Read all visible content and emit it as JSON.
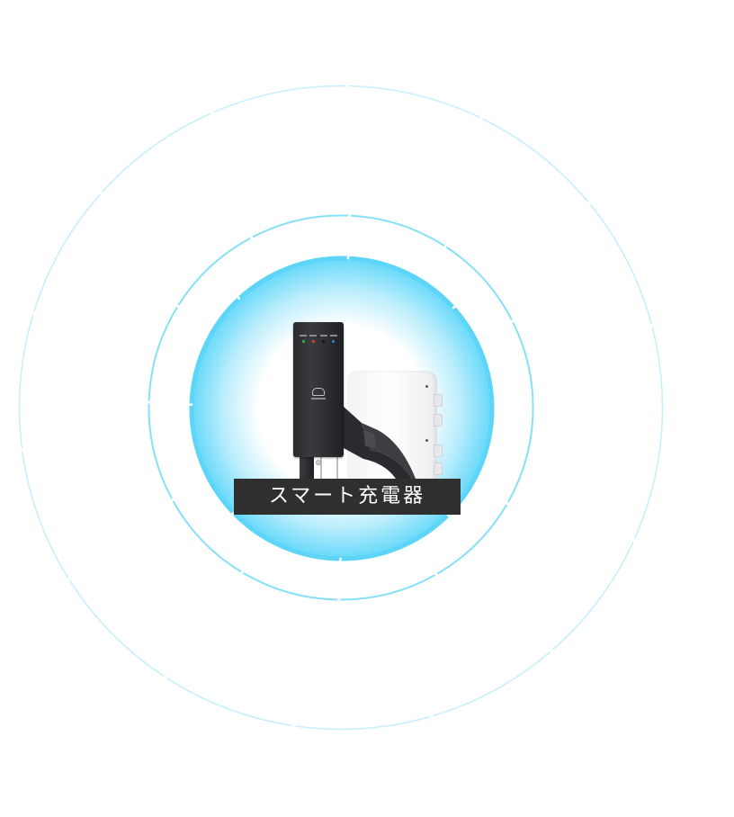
{
  "label": {
    "text": "スマート充電器"
  },
  "device": {
    "name": "smart-charger",
    "leds": [
      {
        "name": "power",
        "color": "#2fb24a"
      },
      {
        "name": "charge",
        "color": "#e23a2a"
      },
      {
        "name": "error",
        "color": "#1a1a1a"
      },
      {
        "name": "lan",
        "color": "#2f7ae0"
      }
    ]
  },
  "colors": {
    "background": "#ffffff",
    "outer_ring": "#c8effb",
    "middle_ring": "#86e0f8",
    "inner_ring": "#5dd5f8",
    "glow": "#64d8fa",
    "label_bg": "#2f2f2f",
    "label_text": "#ffffff"
  }
}
